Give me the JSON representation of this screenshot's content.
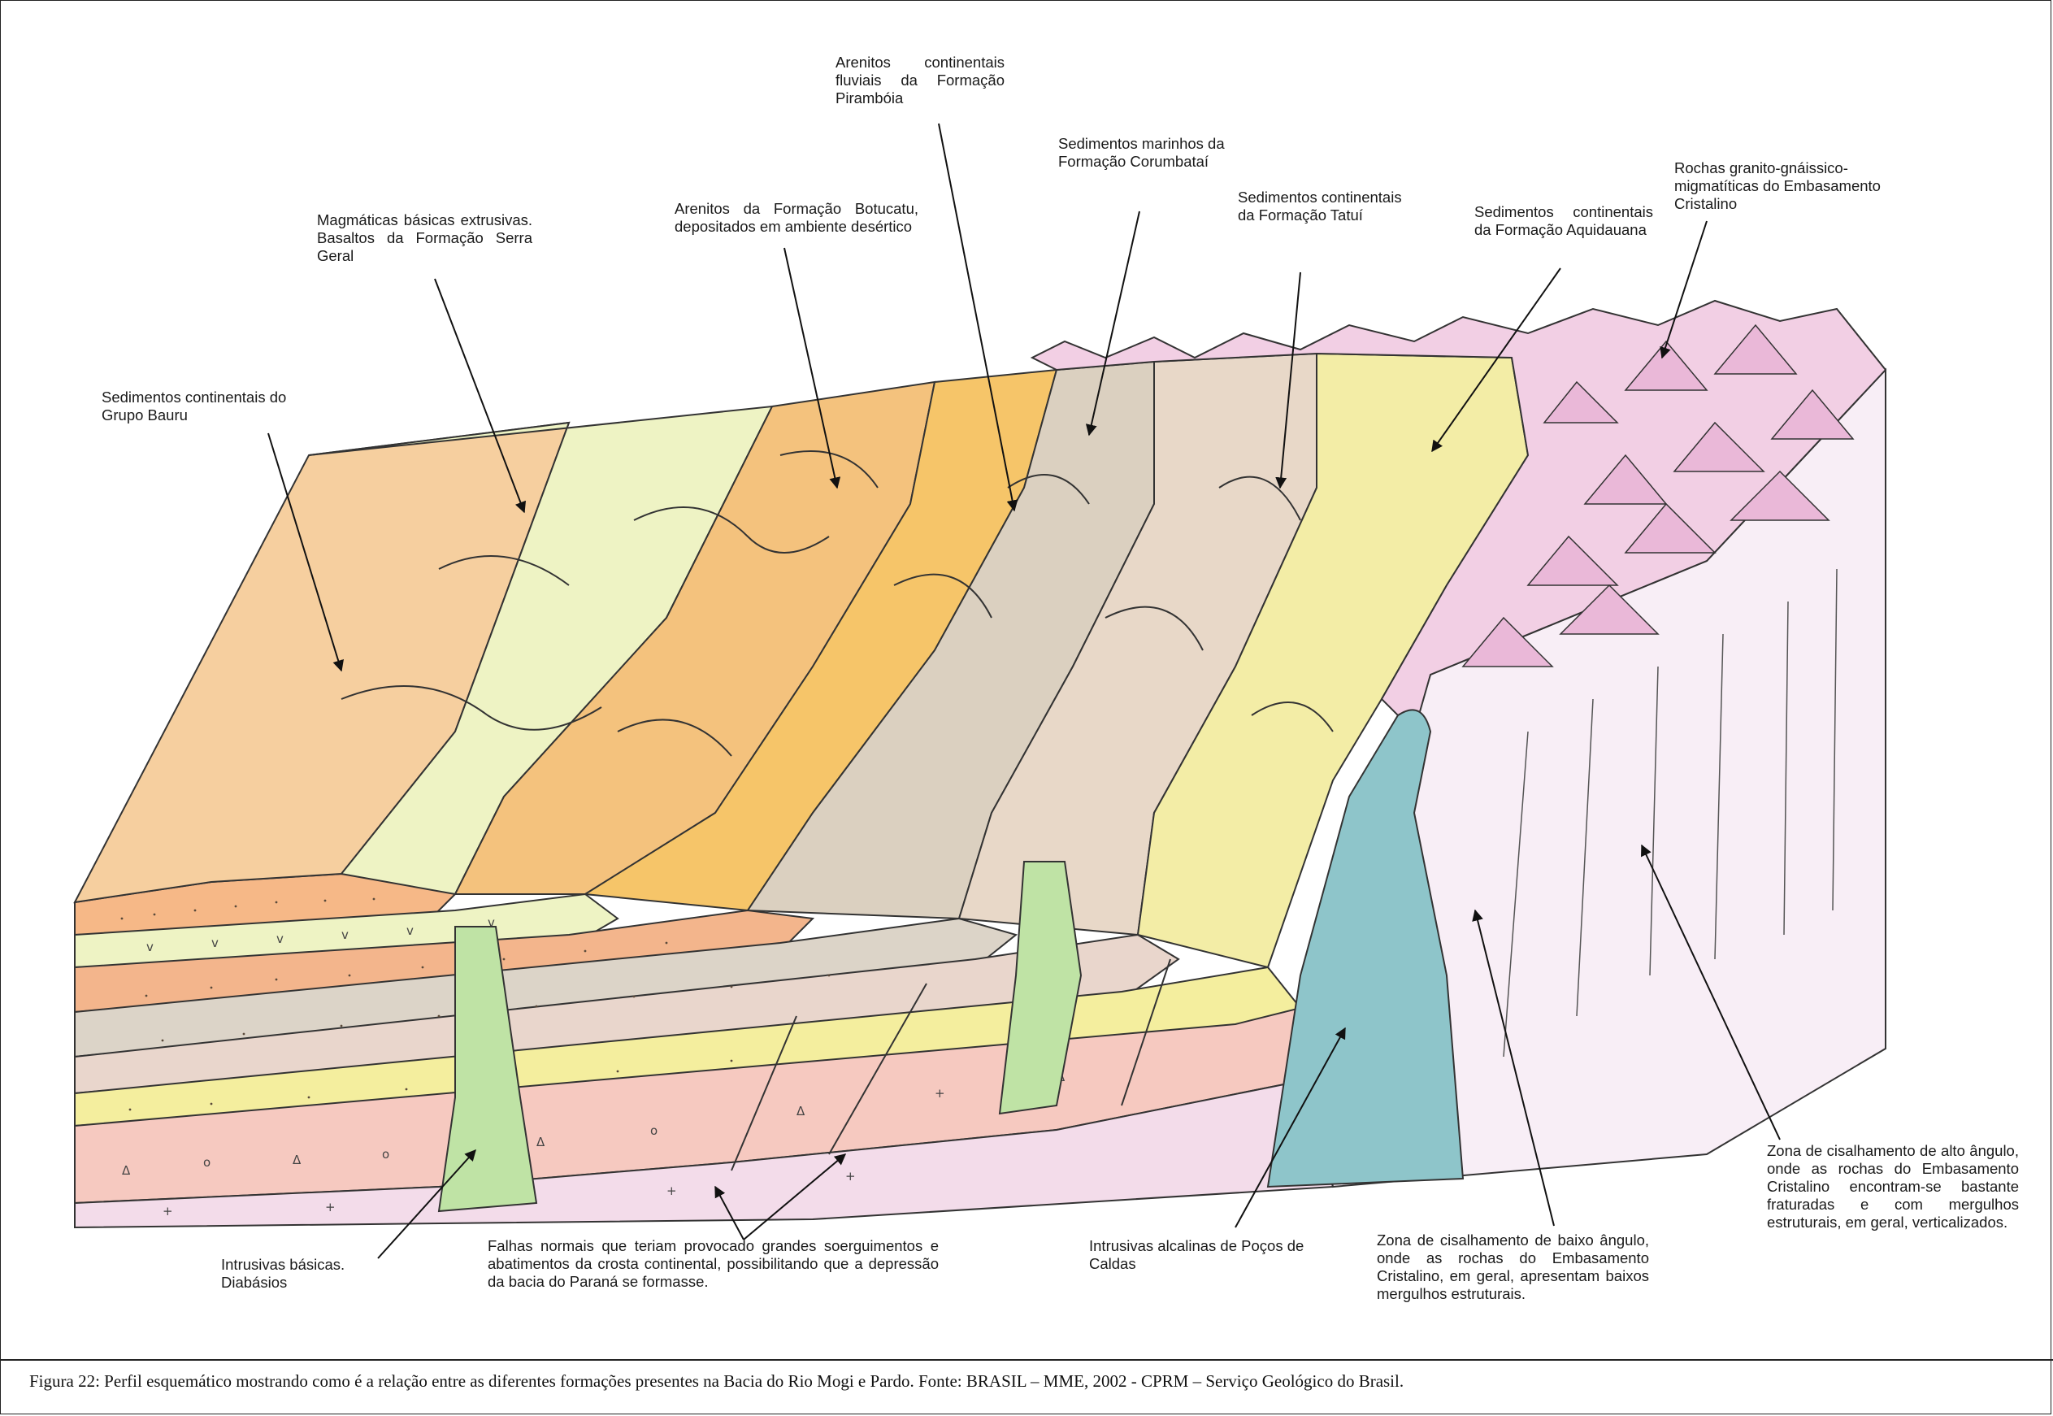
{
  "labels": {
    "grupo_bauru": "Sedimentos continentais do Grupo Bauru",
    "serra_geral": "Magmáticas básicas extrusivas. Basaltos da Formação Serra Geral",
    "botucatu": "Arenitos da Formação Botucatu, depositados em ambiente desértico",
    "piramboia": "Arenitos continentais fluviais da Formação Pirambóia",
    "corumbatai": "Sedimentos marinhos da Formação Corumbataí",
    "tatui": "Sedimentos continentais da Formação Tatuí",
    "aquidauana": "Sedimentos continentais da Formação Aquidauana",
    "embasamento": "Rochas granito-gnáissico-migmatíticas do Embasamento Cristalino",
    "diabasios": "Intrusivas básicas. Diabásios",
    "falhas": "Falhas normais que teriam provocado grandes soerguimentos e abatimentos da crosta continental, possibilitando que a depressão da bacia do Paraná se formasse.",
    "pocos_caldas": "Intrusivas alcalinas de Poços de Caldas",
    "baixo_angulo": "Zona de cisalhamento de baixo ângulo, onde as rochas do Embasamento Cristalino, em geral, apresentam baixos mergulhos estruturais.",
    "alto_angulo": "Zona de cisalhamento de alto ângulo, onde as rochas do Embasamento Cristalino encontram-se bastante fraturadas e com mergulhos estruturais, em geral, verticalizados."
  },
  "caption": "Figura 22: Perfil esquemático mostrando como é a relação entre as diferentes formações presentes na Bacia do Rio Mogi e Pardo. Fonte: BRASIL – MME, 2002 - CPRM – Serviço Geológico do Brasil.",
  "colors": {
    "bauru": "#f6cf9f",
    "serra_geral": "#eef3c4",
    "botucatu": "#f4c27d",
    "piramboia": "#f6c569",
    "corumbatai": "#dbd0c0",
    "tatui": "#e8d8c8",
    "aquidauana": "#f3eda6",
    "embasamento": "#f2cfe4",
    "pocos_caldas": "#8ec5ca",
    "diabasio": "#bfe3a5",
    "basement_side": "#f8eef6"
  }
}
